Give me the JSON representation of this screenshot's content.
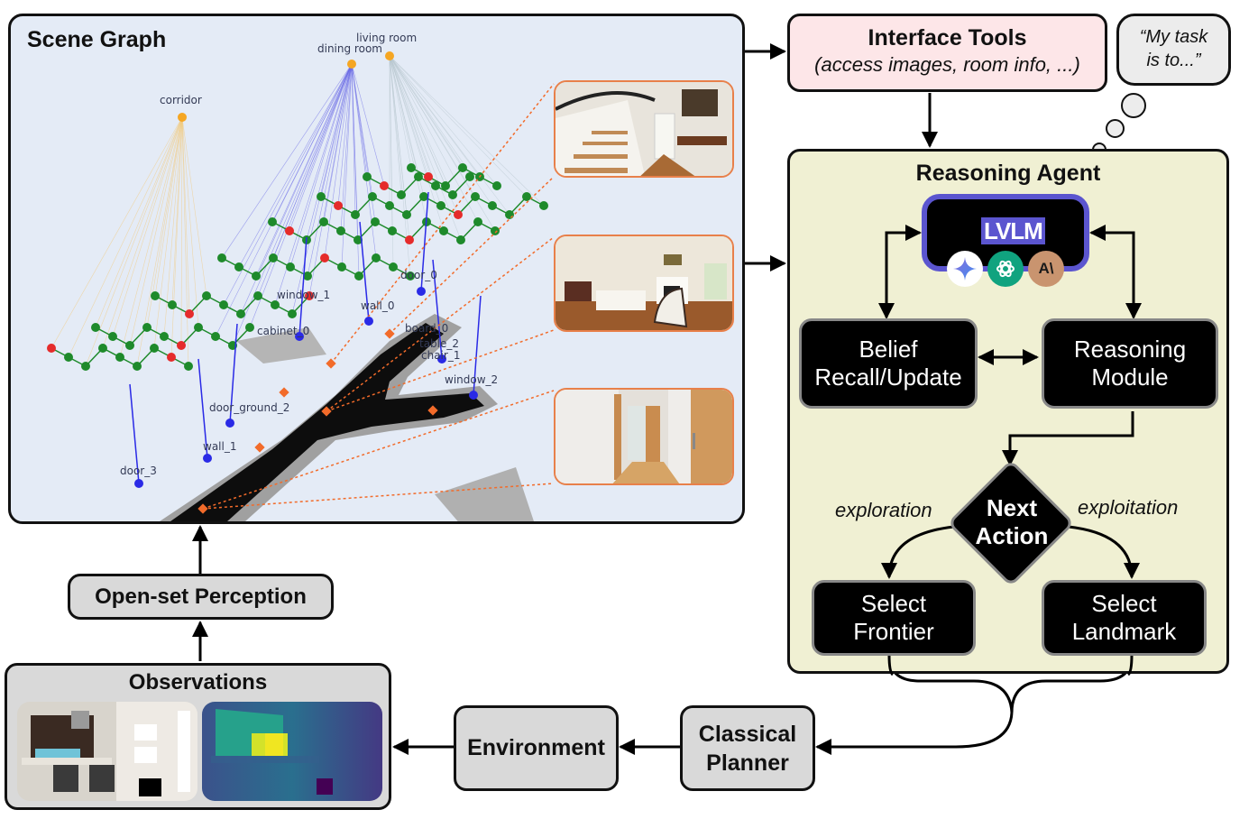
{
  "scene_graph": {
    "title": "Scene Graph",
    "room_nodes": [
      "corridor",
      "dining room",
      "living room"
    ],
    "object_labels": [
      "door_0",
      "window_1",
      "wall_0",
      "cabinet_0",
      "board_0",
      "table_2",
      "chair_1",
      "window_2",
      "door_ground_2",
      "wall_1",
      "door_3"
    ],
    "colors": {
      "room_node": "#f5a623",
      "place_node": "#1e8a2b",
      "frontier_node": "#e52b2b",
      "object_node": "#2a2ae6",
      "trajectory": "#f26b2a"
    },
    "photos": [
      "staircase-hallway",
      "living-room",
      "corridor-hallway"
    ]
  },
  "interface_tools": {
    "title": "Interface Tools",
    "subtitle": "(access images, room info, ...)"
  },
  "thought": {
    "line1": "“My task",
    "line2": "is to...”"
  },
  "reasoning_agent": {
    "title": "Reasoning Agent",
    "lvlm_label": "LVLM",
    "model_logos": [
      "gemini-icon",
      "openai-icon",
      "anthropic-icon"
    ],
    "anthropic_logo_text": "A\\",
    "belief": {
      "line1": "Belief",
      "line2": "Recall/Update"
    },
    "reasoning_module": {
      "line1": "Reasoning",
      "line2": "Module"
    },
    "next_action": {
      "line1": "Next",
      "line2": "Action"
    },
    "exploration_label": "exploration",
    "exploitation_label": "exploitation",
    "select_frontier": {
      "line1": "Select",
      "line2": "Frontier"
    },
    "select_landmark": {
      "line1": "Select",
      "line2": "Landmark"
    },
    "colors": {
      "panel": "#f0f0d3",
      "lvlm_border": "#5b55cf"
    }
  },
  "pipeline": {
    "open_set_perception": "Open-set Perception",
    "observations": "Observations",
    "environment": "Environment",
    "classical_planner": {
      "line1": "Classical",
      "line2": "Planner"
    }
  }
}
